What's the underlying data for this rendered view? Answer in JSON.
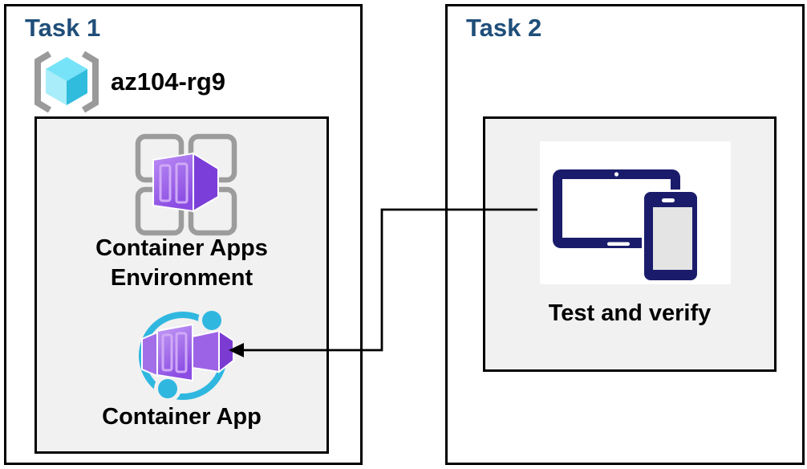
{
  "diagram": {
    "task1": {
      "title": "Task 1",
      "resource_group": "az104-rg9",
      "environment_label": "Container Apps Environment",
      "app_label": "Container App"
    },
    "task2": {
      "title": "Task 2",
      "verify_label": "Test and verify"
    },
    "connector": {
      "from": "Test and verify",
      "to": "Container App",
      "style": "elbow-arrow"
    },
    "colors": {
      "title_blue": "#1F4E79",
      "panel_gray": "#F1F1F1",
      "border_black": "#000000",
      "bracket_gray": "#9A9A9A",
      "grid_gray": "#9C9C9C",
      "cube_cyan_top": "#77E3F8",
      "cube_cyan_left": "#A8EDF9",
      "cube_cyan_right": "#30BCDD",
      "container_purple_light": "#BB8DF5",
      "container_purple_dark": "#8A4CE2",
      "container_purple_side": "#7C3ED8",
      "app_circle_cyan": "#2FB7E0",
      "device_navy": "#1A1C6B",
      "phone_screen_gray": "#E4E4E4"
    },
    "icons": {
      "resource_group": "resource-group-icon",
      "environment": "container-apps-environment-icon",
      "app": "container-app-icon",
      "devices": "devices-icon"
    }
  }
}
